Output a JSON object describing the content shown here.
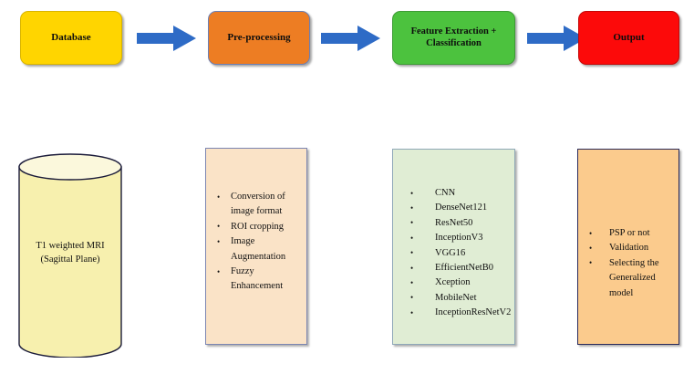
{
  "diagram": {
    "title": "Deep learning pipeline flowchart",
    "colors": {
      "database_box": "#FFD500",
      "preprocessing_box": "#ED7D23",
      "feature_box": "#4CC23E",
      "output_box": "#FC0A0A",
      "arrow": "#2E6BC6",
      "cylinder_fill": "#F7F0AE",
      "detail_preprocessing_fill": "#FAE3C7",
      "detail_feature_fill": "#E0EDD4",
      "detail_output_fill": "#FBCB8D"
    }
  },
  "stages": [
    {
      "id": "database",
      "label": "Database"
    },
    {
      "id": "preprocessing",
      "label": "Pre-processing"
    },
    {
      "id": "feature",
      "label": "Feature Extraction +\nClassification"
    },
    {
      "id": "output",
      "label": "Output"
    }
  ],
  "arrows": [
    {
      "id": "arrow-1",
      "name": "arrow-database-to-preprocessing"
    },
    {
      "id": "arrow-2",
      "name": "arrow-preprocessing-to-feature"
    },
    {
      "id": "arrow-3",
      "name": "arrow-feature-to-output"
    }
  ],
  "details": {
    "database": {
      "shape": "cylinder",
      "label": "T1 weighted MRI\n(Sagittal Plane)"
    },
    "preprocessing": {
      "items": [
        "Conversion of\nimage format",
        "ROI cropping",
        "Image\nAugmentation",
        "Fuzzy\nEnhancement"
      ]
    },
    "feature": {
      "items": [
        "CNN",
        "DenseNet121",
        "ResNet50",
        "InceptionV3",
        "VGG16",
        "EfficientNetB0",
        "Xception",
        "MobileNet",
        "InceptionResNetV2"
      ]
    },
    "output": {
      "items": [
        "PSP or not",
        "Validation",
        "Selecting the\nGeneralized\nmodel"
      ]
    }
  }
}
